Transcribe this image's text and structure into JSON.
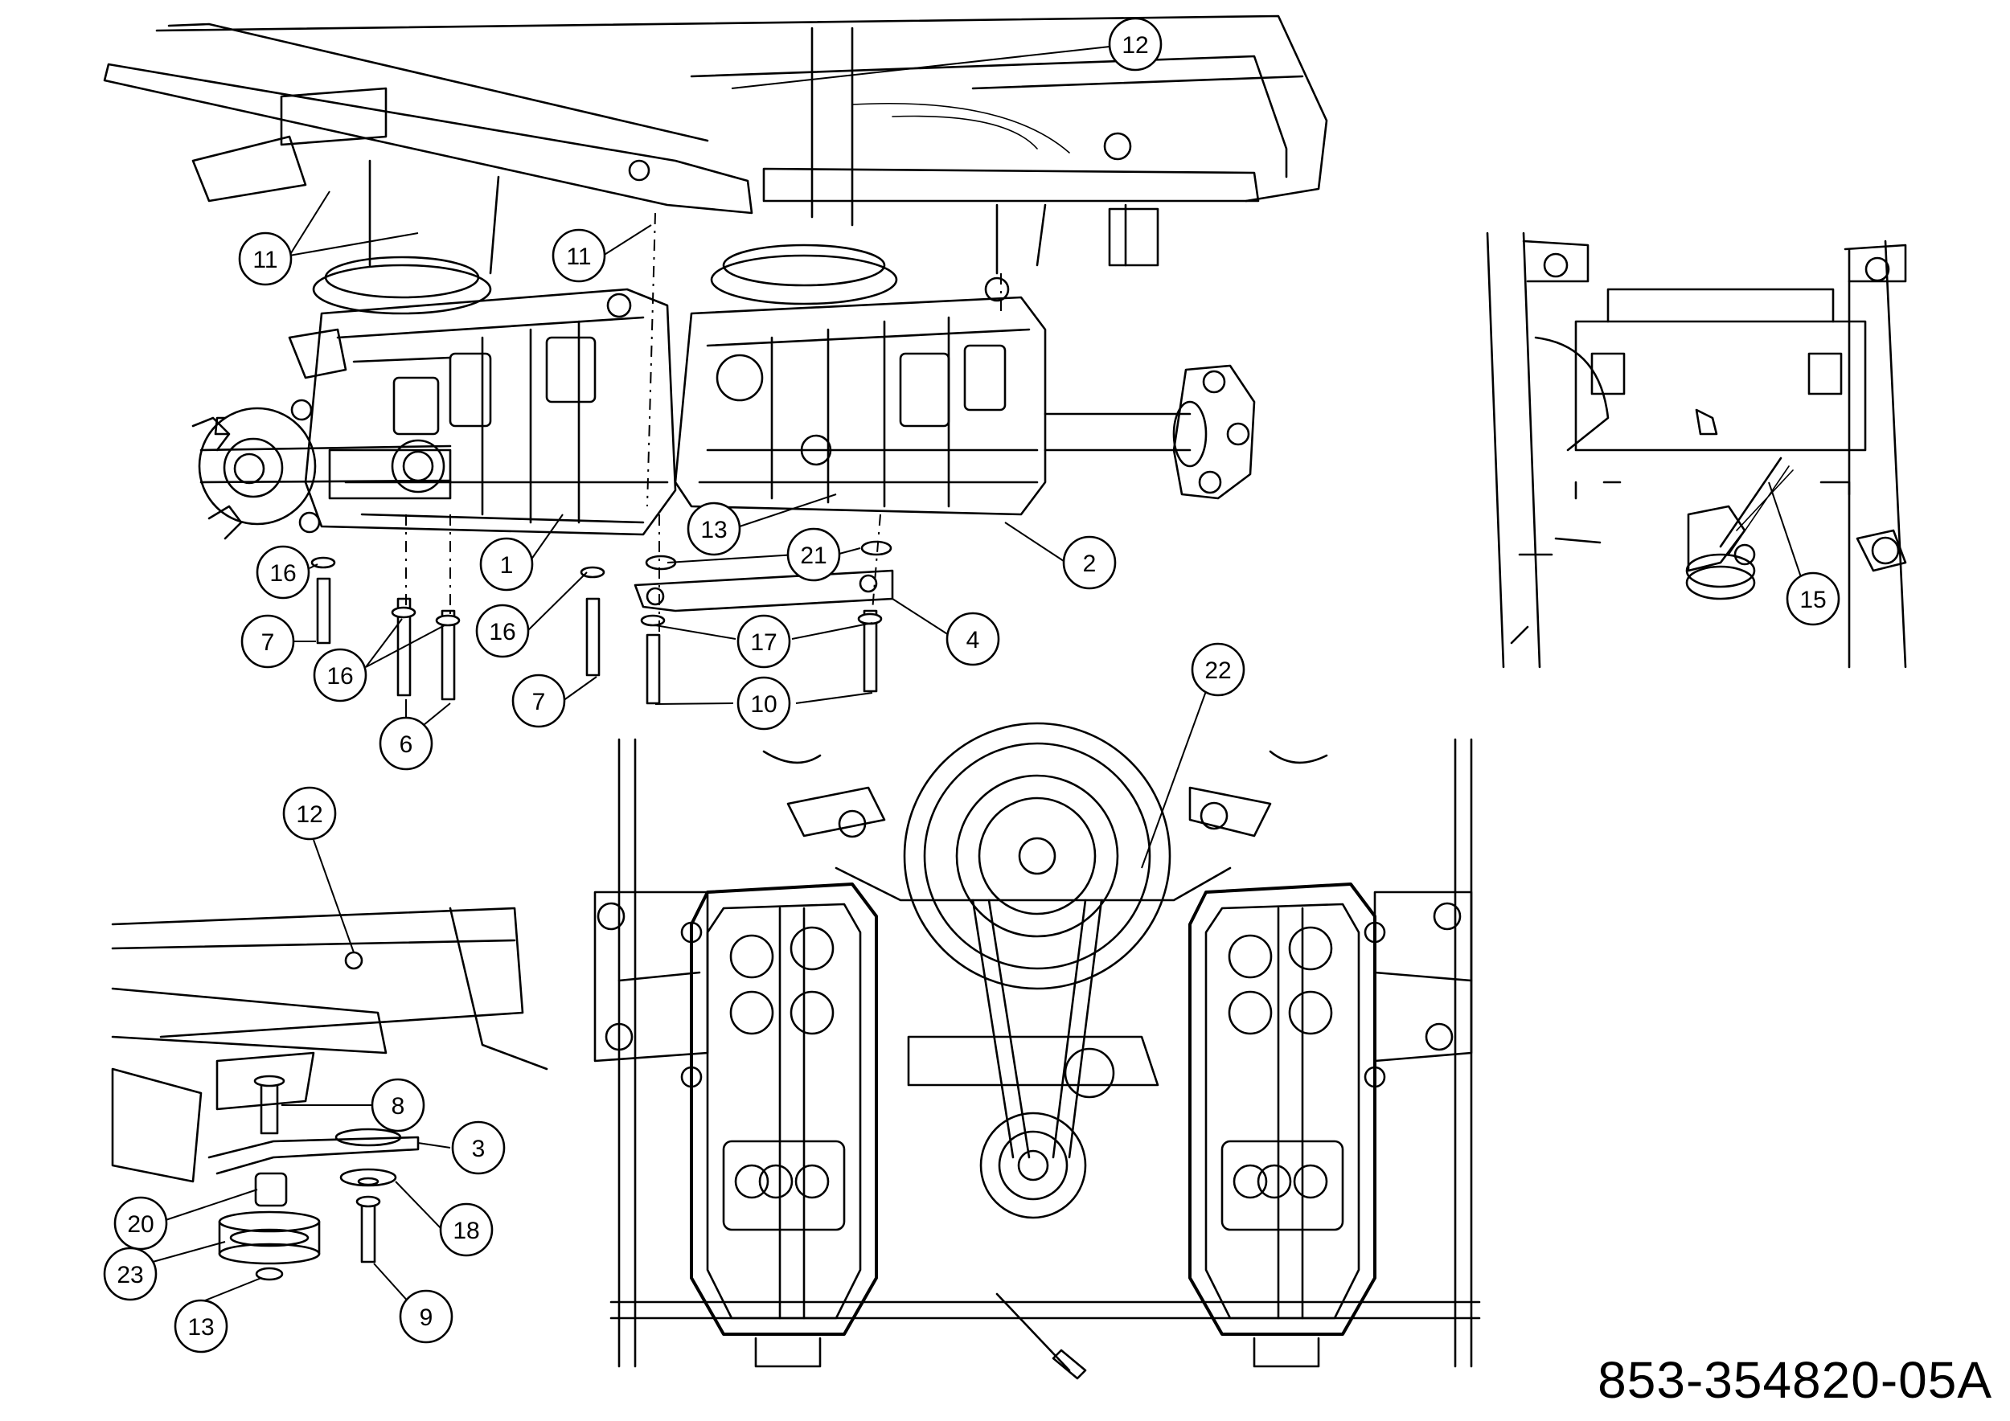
{
  "part_number": "853-354820-05A",
  "callouts": [
    {
      "label": "1"
    },
    {
      "label": "2"
    },
    {
      "label": "3"
    },
    {
      "label": "4"
    },
    {
      "label": "6"
    },
    {
      "label": "7"
    },
    {
      "label": "7"
    },
    {
      "label": "8"
    },
    {
      "label": "9"
    },
    {
      "label": "10"
    },
    {
      "label": "11"
    },
    {
      "label": "11"
    },
    {
      "label": "12"
    },
    {
      "label": "12"
    },
    {
      "label": "13"
    },
    {
      "label": "13"
    },
    {
      "label": "15"
    },
    {
      "label": "16"
    },
    {
      "label": "16"
    },
    {
      "label": "16"
    },
    {
      "label": "17"
    },
    {
      "label": "18"
    },
    {
      "label": "20"
    },
    {
      "label": "21"
    },
    {
      "label": "22"
    },
    {
      "label": "23"
    }
  ]
}
